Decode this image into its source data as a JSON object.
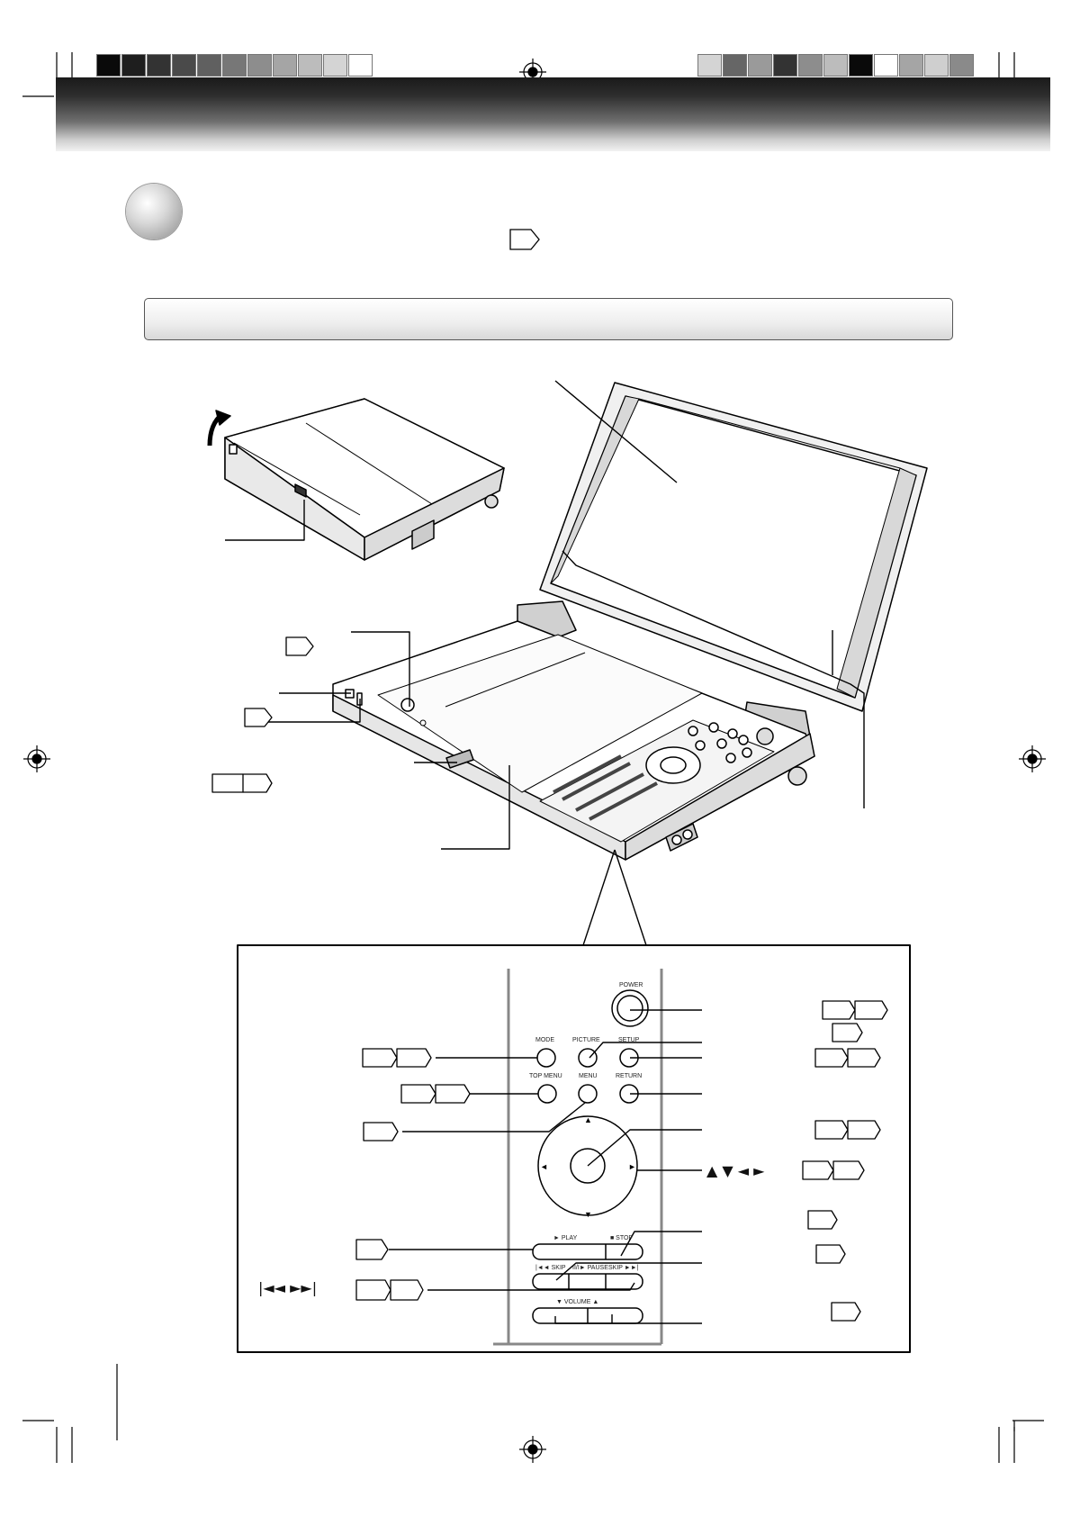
{
  "page": {
    "section_title": "",
    "swatch_colors_left": [
      "#0a0a0a",
      "#1e1e1e",
      "#333333",
      "#4a4a4a",
      "#606060",
      "#777777",
      "#8d8d8d",
      "#a5a5a5",
      "#bcbcbc",
      "#d4d4d4",
      "#ffffff"
    ],
    "swatch_colors_right": [
      "#d4d4d4",
      "#666666",
      "#9a9a9a",
      "#333333",
      "#8d8d8d",
      "#bcbcbc",
      "#0a0a0a",
      "#ffffff",
      "#a5a5a5",
      "#cfcfcf",
      "#8a8a8a"
    ]
  },
  "control_panel": {
    "buttons": {
      "power": "POWER",
      "mode": "MODE",
      "picture": "PICTURE",
      "setup": "SETUP",
      "top_menu": "TOP MENU",
      "menu": "MENU",
      "return": "RETURN",
      "play": "► PLAY",
      "stop": "■ STOP",
      "skip_back": "|◄◄ SKIP",
      "pause": "II/I► PAUSE",
      "skip_fwd": "SKIP ►►|",
      "volume": "▼  VOLUME  ▲"
    },
    "arrow_keys_caption": "▲  ▼  ◄  ►",
    "skip_caption": "|◄◄    ►►|"
  },
  "icons": [
    "rotate-arrow-icon",
    "registration-mark-icon",
    "page-ref-tab-icon"
  ]
}
